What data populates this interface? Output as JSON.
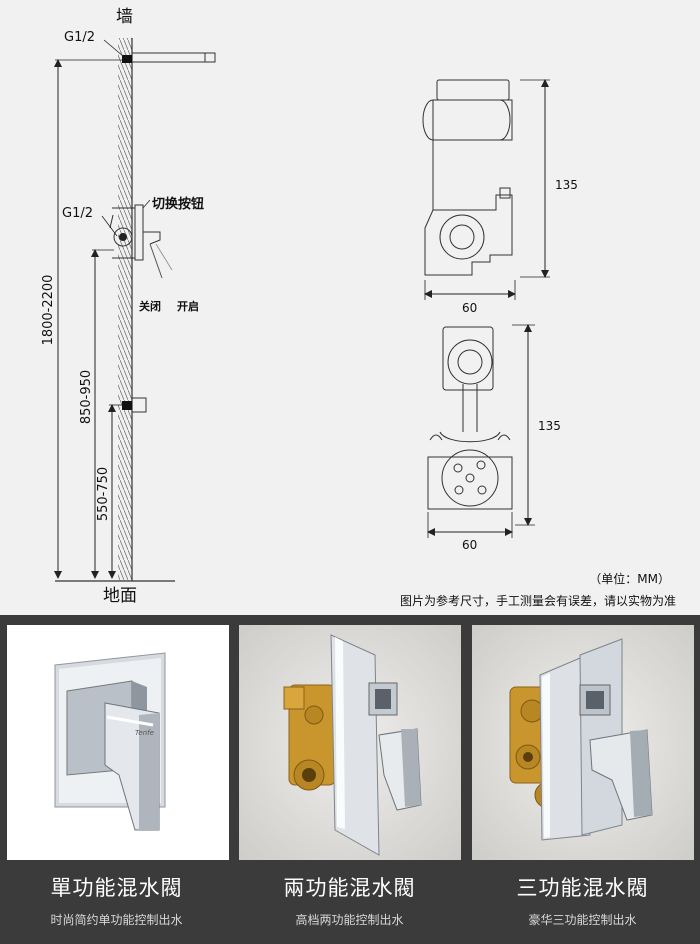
{
  "install_diagram": {
    "wall_label": "墙",
    "floor_label": "地面",
    "thread_top": "G1/2",
    "thread_mid": "G1/2",
    "switch_button_label": "切换按钮",
    "close_label": "关闭",
    "open_label": "开启",
    "height_total": "1800-2200",
    "height_mid": "850-950",
    "height_low": "550-750"
  },
  "dimension_views": {
    "side_height": "135",
    "side_width": "60",
    "front_height": "135",
    "front_width": "60"
  },
  "notes": {
    "unit": "（单位：MM）",
    "disclaimer": "图片为参考尺寸，手工测量会有误差，请以实物为准"
  },
  "products": [
    {
      "title": "單功能混水閥",
      "subtitle": "时尚简约单功能控制出水",
      "brand": "Tenfe"
    },
    {
      "title": "兩功能混水閥",
      "subtitle": "高档两功能控制出水"
    },
    {
      "title": "三功能混水閥",
      "subtitle": "豪华三功能控制出水"
    }
  ],
  "colors": {
    "background_top": "#f1f1f1",
    "background_bottom": "#3b3b3b",
    "line": "#222222",
    "chrome": "#c9ced4",
    "brass": "#c9962e"
  }
}
